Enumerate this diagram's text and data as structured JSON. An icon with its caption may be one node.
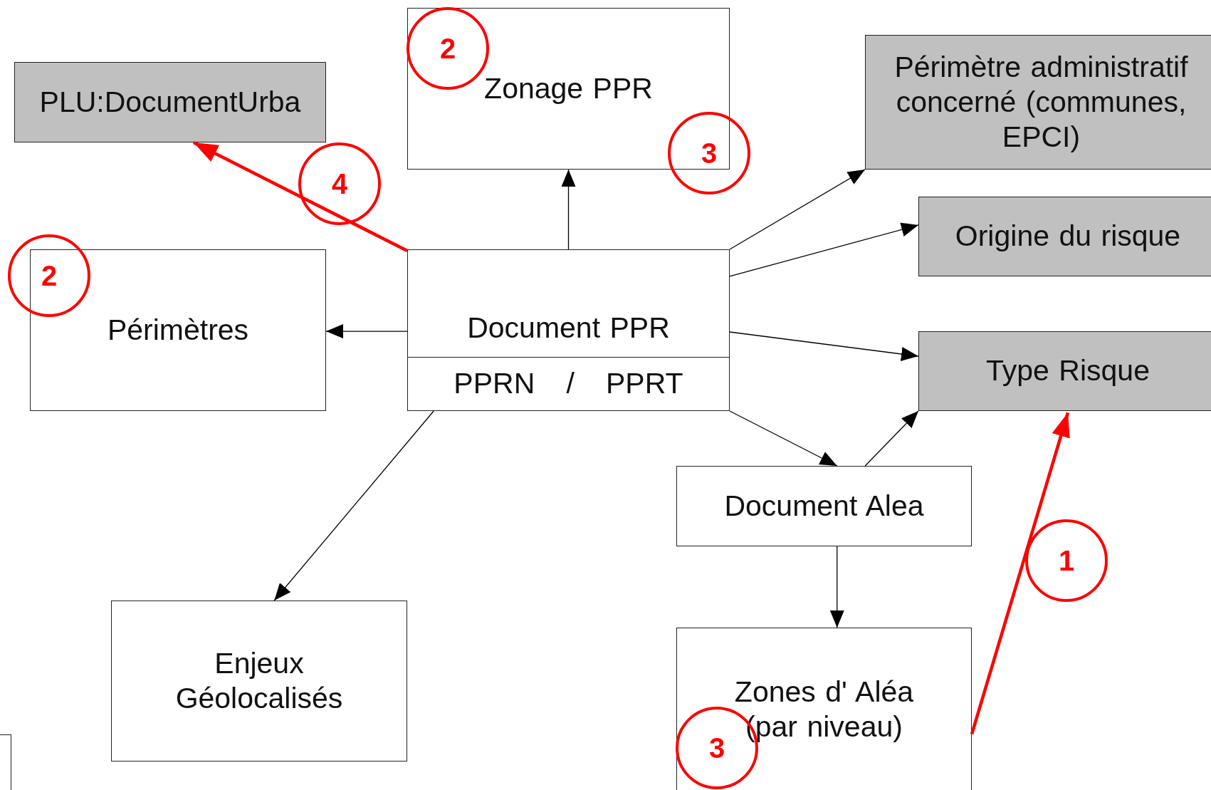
{
  "diagram": {
    "nodes": [
      {
        "text": [
          "PLU:DocumentUrba"
        ]
      },
      {
        "text": [
          "Zonage PPR"
        ]
      },
      {
        "text": [
          "Périmètre administratif concerné (communes, EPCI)"
        ]
      },
      {
        "text": [
          "Origine du risque"
        ]
      },
      {
        "text": [
          "Périmètres"
        ]
      },
      {
        "text": [
          "Document PPR",
          "PPRN / PPRT"
        ]
      },
      {
        "text": [
          "Type Risque"
        ]
      },
      {
        "text": [
          "Document Alea"
        ]
      },
      {
        "text": [
          "Enjeux Géolocalisés"
        ]
      },
      {
        "text": [
          "Zones d' Aléa (par niveau)"
        ]
      },
      {
        "text": [],
        "shape": "box"
      }
    ],
    "edges": [
      {
        "from": 5,
        "to": 1,
        "arrow": "to"
      },
      {
        "from": 5,
        "to": 2,
        "arrow": "to"
      },
      {
        "from": 5,
        "to": 3,
        "arrow": "to"
      },
      {
        "from": 5,
        "to": 6,
        "arrow": "to"
      },
      {
        "from": 5,
        "to": 4,
        "arrow": "to"
      },
      {
        "from": 5,
        "to": 7,
        "arrow": "to"
      },
      {
        "from": 5,
        "to": 8,
        "arrow": "to"
      },
      {
        "from": 7,
        "to": 6,
        "arrow": "to"
      },
      {
        "from": 7,
        "to": 9,
        "arrow": "to"
      },
      {
        "from": 5,
        "to": 0,
        "arrow": "to",
        "style": "thick",
        "color": "#ff0000"
      },
      {
        "from": 9,
        "to": 6,
        "arrow": "to",
        "style": "thick",
        "color": "#ff0000"
      }
    ],
    "labels": [
      "2",
      "3",
      "4",
      "2",
      "1",
      "3"
    ]
  }
}
